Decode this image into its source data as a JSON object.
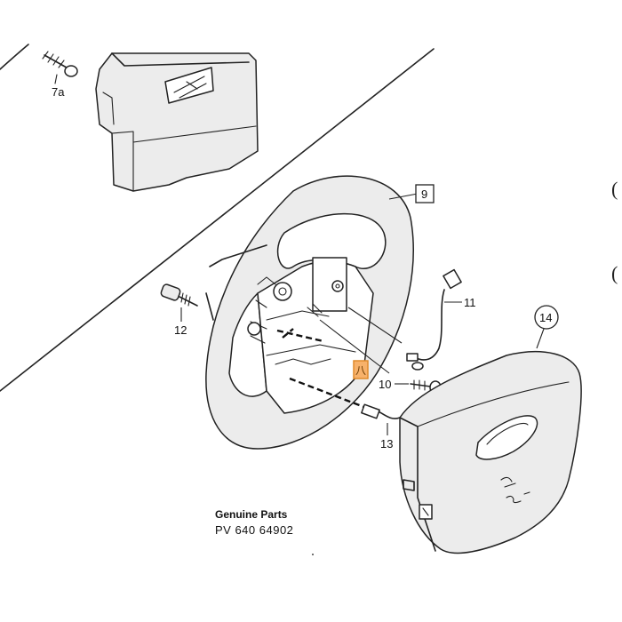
{
  "footer": {
    "genuine_label": "Genuine Parts",
    "part_number": "PV 640 64902"
  },
  "callouts": {
    "c7a": "7a",
    "c9": "9",
    "c10": "10",
    "c11": "11",
    "c12": "12",
    "c13": "13",
    "c14": "14",
    "highlighted": "八"
  },
  "edge_marks": [
    "(",
    "("
  ],
  "colors": {
    "highlight": "#f7b16a",
    "line": "#222222"
  }
}
